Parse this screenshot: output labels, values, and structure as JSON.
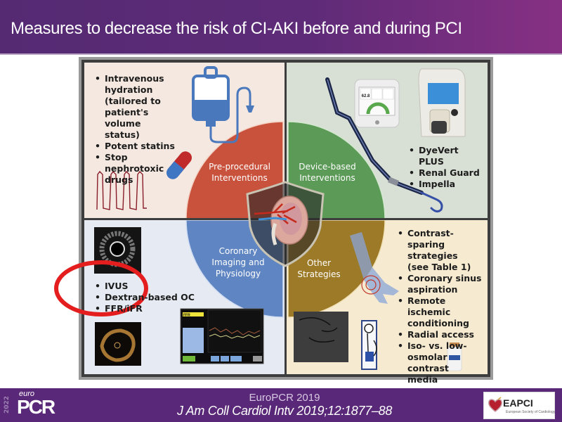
{
  "slide": {
    "title": "Measures to decrease the risk of CI-AKI before and during PCI"
  },
  "figure": {
    "quadrants": [
      {
        "id": "pre-procedural",
        "label_lines": [
          "Pre-procedural",
          "Interventions"
        ],
        "color": "#c9523c",
        "background": "#f4e8e0",
        "bullets": [
          "Intravenous hydration (tailored to patient's volume status)",
          "Potent statins",
          "Stop nephrotoxic drugs"
        ],
        "bullet_lines": [
          [
            "Intravenous",
            "hydration",
            "(tailored to",
            "patient's volume",
            "status)"
          ],
          [
            "Potent statins"
          ],
          [
            "Stop nephrotoxic",
            "drugs"
          ]
        ]
      },
      {
        "id": "device-based",
        "label_lines": [
          "Device-based",
          "Interventions"
        ],
        "color": "#5b9a57",
        "background": "#d8dfd4",
        "bullets": [
          "DyeVert PLUS",
          "Renal Guard",
          "Impella"
        ]
      },
      {
        "id": "coronary-imaging",
        "label_lines": [
          "Coronary",
          "Imaging and",
          "Physiology"
        ],
        "color": "#5f85c2",
        "background": "#e6ebf3",
        "bullets": [
          "IVUS",
          "Dextran-based OC",
          "FFR/iFR"
        ]
      },
      {
        "id": "other-strategies",
        "label_lines": [
          "Other",
          "Strategies"
        ],
        "color": "#9d7a27",
        "background": "#f6ebd1",
        "bullet_lines": [
          [
            "Contrast-sparing",
            "strategies",
            "(see Table 1)"
          ],
          [
            "Coronary sinus",
            "aspiration"
          ],
          [
            "Remote ischemic",
            "conditioning"
          ],
          [
            "Radial access"
          ],
          [
            "Iso- vs. low-",
            "osmolar contrast",
            "media"
          ]
        ]
      }
    ],
    "device_screen_value": "62.8",
    "ffr_screen_label": "FFR",
    "highlight_color": "#e41e1e"
  },
  "footer": {
    "logo_year": "2022",
    "logo_prefix": "euro",
    "logo_name": "PCR",
    "citation": "J Am Coll Cardiol Intv 2019;12:1877–88",
    "overlay_text": "EuroPCR 2019",
    "partner_name": "EAPCI",
    "partner_subtitle": "European Society of Cardiology"
  }
}
